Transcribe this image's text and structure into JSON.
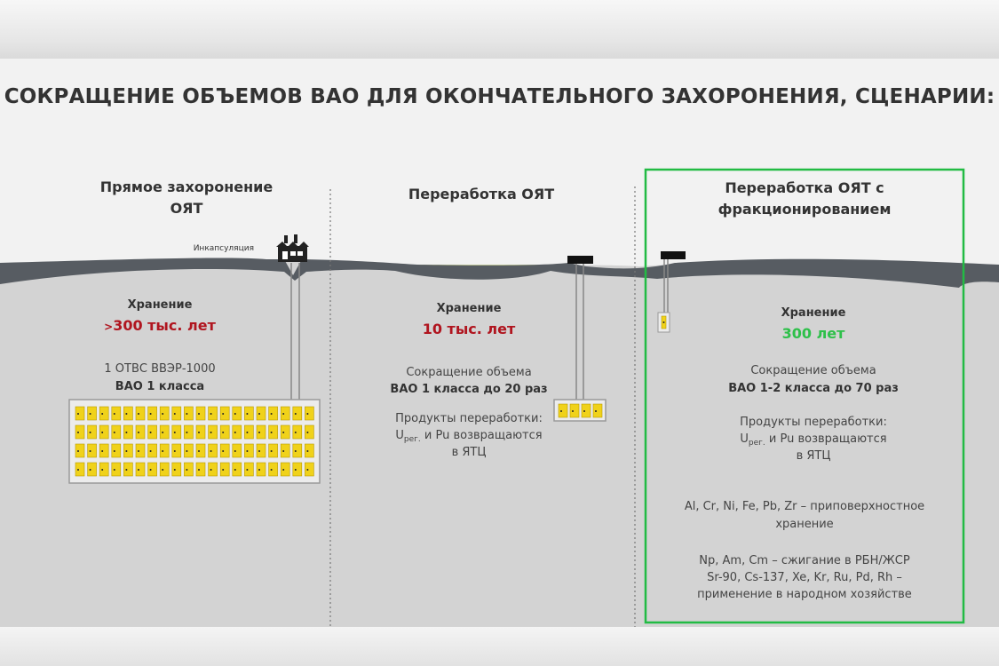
{
  "title": "СОКРАЩЕНИЕ ОБЪЕМОВ ВАО ДЛЯ ОКОНЧАТЕЛЬНОГО ЗАХОРОНЕНИЯ, СЦЕНАРИИ:",
  "colors": {
    "red": "#b0151f",
    "green": "#2ec04a",
    "ground": "#555a60",
    "cell": "#f0d21a"
  },
  "scenarios": [
    {
      "heading_line1": "Прямое захоронение",
      "heading_line2": "ОЯТ",
      "encapsulation_label": "Инкапсуляция",
      "storage_label": "Хранение",
      "storage_prefix": ">",
      "storage_value": "300 тыс. лет",
      "line1": "1 ОТВС ВВЭР-1000",
      "line2": "ВАО 1 класса"
    },
    {
      "heading": "Переработка ОЯТ",
      "storage_label": "Хранение",
      "storage_value": "10 тыс. лет",
      "reduction_line1": "Сокращение объема",
      "reduction_line2": "ВАО 1 класса до 20 раз",
      "products_line1": "Продукты переработки:",
      "products_U": "U",
      "products_sub": "рег.",
      "products_rest": " и Pu возвращаются",
      "products_line3": "в ЯТЦ"
    },
    {
      "heading_line1": "Переработка ОЯТ с",
      "heading_line2": "фракционированием",
      "storage_label": "Хранение",
      "storage_value": "300 лет",
      "reduction_line1": "Сокращение объема",
      "reduction_line2": "ВАО 1-2 класса до 70 раз",
      "products_line1": "Продукты переработки:",
      "products_U": "U",
      "products_sub": "рег.",
      "products_rest": " и Pu возвращаются",
      "products_line3": "в ЯТЦ",
      "metals_line1": "Al, Cr, Ni, Fe, Pb, Zr – приповерхностное",
      "metals_line2": "хранение",
      "actinides_line1": "Np, Am, Cm – сжигание в РБН/ЖСР",
      "actinides_line2": "Sr-90, Cs-137, Xe, Kr, Ru, Pd, Rh –",
      "actinides_line3": "применение в народном хозяйстве"
    }
  ]
}
